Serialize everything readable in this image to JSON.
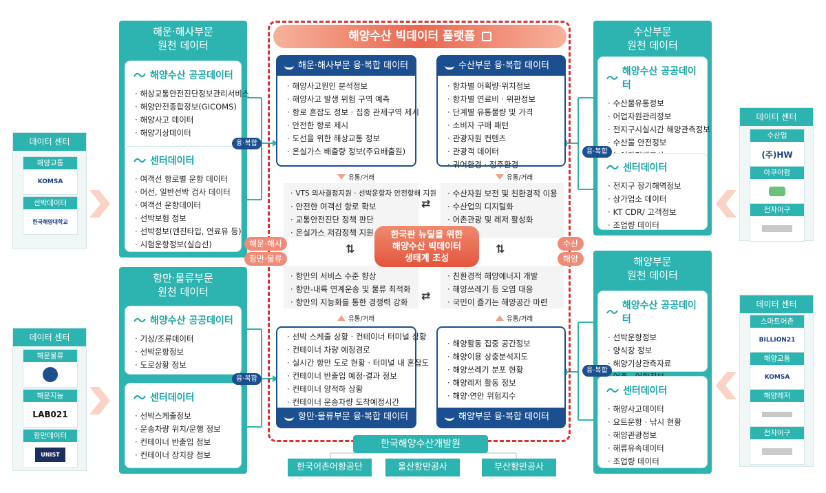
{
  "platform_title": "해양수산 빅데이터 플랫폼",
  "center_text": [
    "한국판 뉴딜을 위한",
    "해양수산 빅데이터",
    "생태계 조성"
  ],
  "fusion_label": "융·복합",
  "trade_label": "유통/거래",
  "left_top": {
    "title": [
      "해운·해사부문",
      "원천 데이터"
    ],
    "public_title": "해양수산 공공데이터",
    "public_items": [
      "해상교통안전진단정보관리서비스",
      "해양안전종합정보(GICOMS)",
      "해양사고 데이터",
      "해양기상데이터"
    ],
    "center_title": "센터데이터",
    "center_items": [
      "여객선 항로별 운항 데이터",
      "어선, 일반선박 검사 데이터",
      "여객선 운항데이터",
      "선박보험 정보",
      "선박정보(엔진타입, 연료유 등)",
      "시험운항정보(실습선)"
    ]
  },
  "left_bottom": {
    "title": [
      "항만·물류부문",
      "원천 데이터"
    ],
    "public_title": "해양수산 공공데이터",
    "public_items": [
      "기상/조류데이터",
      "선박운항정보",
      "도로상황 정보"
    ],
    "center_title": "센터데이터",
    "center_items": [
      "선박스케줄정보",
      "운송차량 위치/운행 정보",
      "컨테이너 반출입 정보",
      "컨테이너 장치장 정보"
    ]
  },
  "right_top": {
    "title": [
      "수산부문",
      "원천 데이터"
    ],
    "public_title": "해양수산 공공데이터",
    "public_items": [
      "수산물유통정보",
      "어업자원관리정보",
      "전지구시실시간 해양관측정보",
      "수산물 안전정보",
      "농어가경제조사"
    ],
    "center_title": "센터데이터",
    "center_items": [
      "전지구 장기해역정보",
      "상가업소 데이터",
      "KT CDR/ 고객정보",
      "조업량 데이터"
    ]
  },
  "right_bottom": {
    "title": [
      "해양부문",
      "원천 데이터"
    ],
    "public_title": "해양수산 공공데이터",
    "public_items": [
      "선박운항정보",
      "양식장 정보",
      "해양기상관측자료",
      "어촌 · 어항정보"
    ],
    "center_title": "센터데이터",
    "center_items": [
      "해양사고데이터",
      "요트운항 · 낚시 현황",
      "해양관광정보",
      "해류유속데이터",
      "조업량 데이터"
    ]
  },
  "conv_tl": {
    "title": "해운·해사부문 융·복합 데이터",
    "items": [
      "해양사고원인 분석정보",
      "해양사고 발생 위험 구역 예측",
      "항로 혼잡도 정보 · 집중 관제구역 제시",
      "안전한 항로 제시",
      "도선을 위한 해상교통 정보",
      "온실가스 배출량 정보(주요배출원)"
    ]
  },
  "conv_tr": {
    "title": "수산부문 융·복합 데이터",
    "items": [
      "항차별 어획량·위치정보",
      "항차별 연료비 · 위판정보",
      "단계별 유통물량 및 가격",
      "소비자 구매 패턴",
      "관광자원 컨텐츠",
      "관광객 데이터",
      "귀어환경 · 정주환경"
    ]
  },
  "conv_bl": {
    "title": "항만·물류부문 융·복합 데이터",
    "items": [
      "선박 스케줄 상황 · 컨테이너 터미널 상황",
      "컨테이너 차량 예정경로",
      "실시간 항만 도로 현황 · 터미널 내 혼잡도",
      "컨테이너 반출입 예정·결과 정보",
      "컨테이너 양적하 상황",
      "컨테이너 운송차량 도착예정시간"
    ]
  },
  "conv_br": {
    "title": "해양부문 융·복합 데이터",
    "items": [
      "해양활동 집중 공간정보",
      "해양이용 상충분석지도",
      "해양쓰레기 분포 현황",
      "해양레저 활동 정보",
      "해양·연안 위험지수"
    ]
  },
  "use_tl": [
    "VTS 의사결정지원 · 선박운항자 안전항해 지원",
    "안전한 여객선 항로 확보",
    "교통안전진단 정책 판단",
    "온실가스 저감정책 지원"
  ],
  "use_tr": [
    "수산자원 보전 및 친환경적 이용",
    "수산업의 디지털화",
    "어촌관광 및 레저 활성화"
  ],
  "use_bl": [
    "항만의 서비스 수준 향상",
    "항만-내륙 연계운송 및 물류 최적화",
    "항만의 지능화를 통한 경쟁력 강화"
  ],
  "use_br": [
    "친환경적 해양에너지 개발",
    "해양쓰레기 등 오염 대응",
    "국민이 즐기는 해양공간 마련"
  ],
  "side_tags": {
    "left_top": "해운·해사",
    "left_bottom": "항만·물류",
    "right_top": "수산",
    "right_bottom": "해양"
  },
  "kiost": "한국해양수산개발원",
  "orgs": [
    "한국어촌어항공단",
    "울산항만공사",
    "부산항만공사"
  ],
  "dc_left_top": {
    "title": "데이터 센터",
    "items": [
      {
        "label": "해양교통",
        "logo": "KOMSA"
      },
      {
        "label": "선박데이터",
        "logo": "한국해양대학교"
      }
    ]
  },
  "dc_left_bottom": {
    "title": "데이터 센터",
    "items": [
      {
        "label": "해운물류",
        "logo": ""
      },
      {
        "label": "해운지능",
        "logo": "LAB021"
      },
      {
        "label": "항만데이터",
        "logo": "UNIST"
      }
    ]
  },
  "dc_right_top": {
    "title": "데이터 센터",
    "items": [
      {
        "label": "수산업",
        "logo": "(주)HW"
      },
      {
        "label": "아쿠아팜",
        "logo": ""
      },
      {
        "label": "전자어구",
        "logo": ""
      }
    ]
  },
  "dc_right_bottom": {
    "title": "데이터 센터",
    "items": [
      {
        "label": "스마트어촌",
        "logo": "BILLION21"
      },
      {
        "label": "해양교통",
        "logo": "KOMSA"
      },
      {
        "label": "해양레저",
        "logo": ""
      },
      {
        "label": "전자어구",
        "logo": ""
      }
    ]
  },
  "colors": {
    "teal": "#2db3b0",
    "navy": "#1b4f8f",
    "coral": "#e9674f",
    "red_dash": "#e02d2d"
  }
}
